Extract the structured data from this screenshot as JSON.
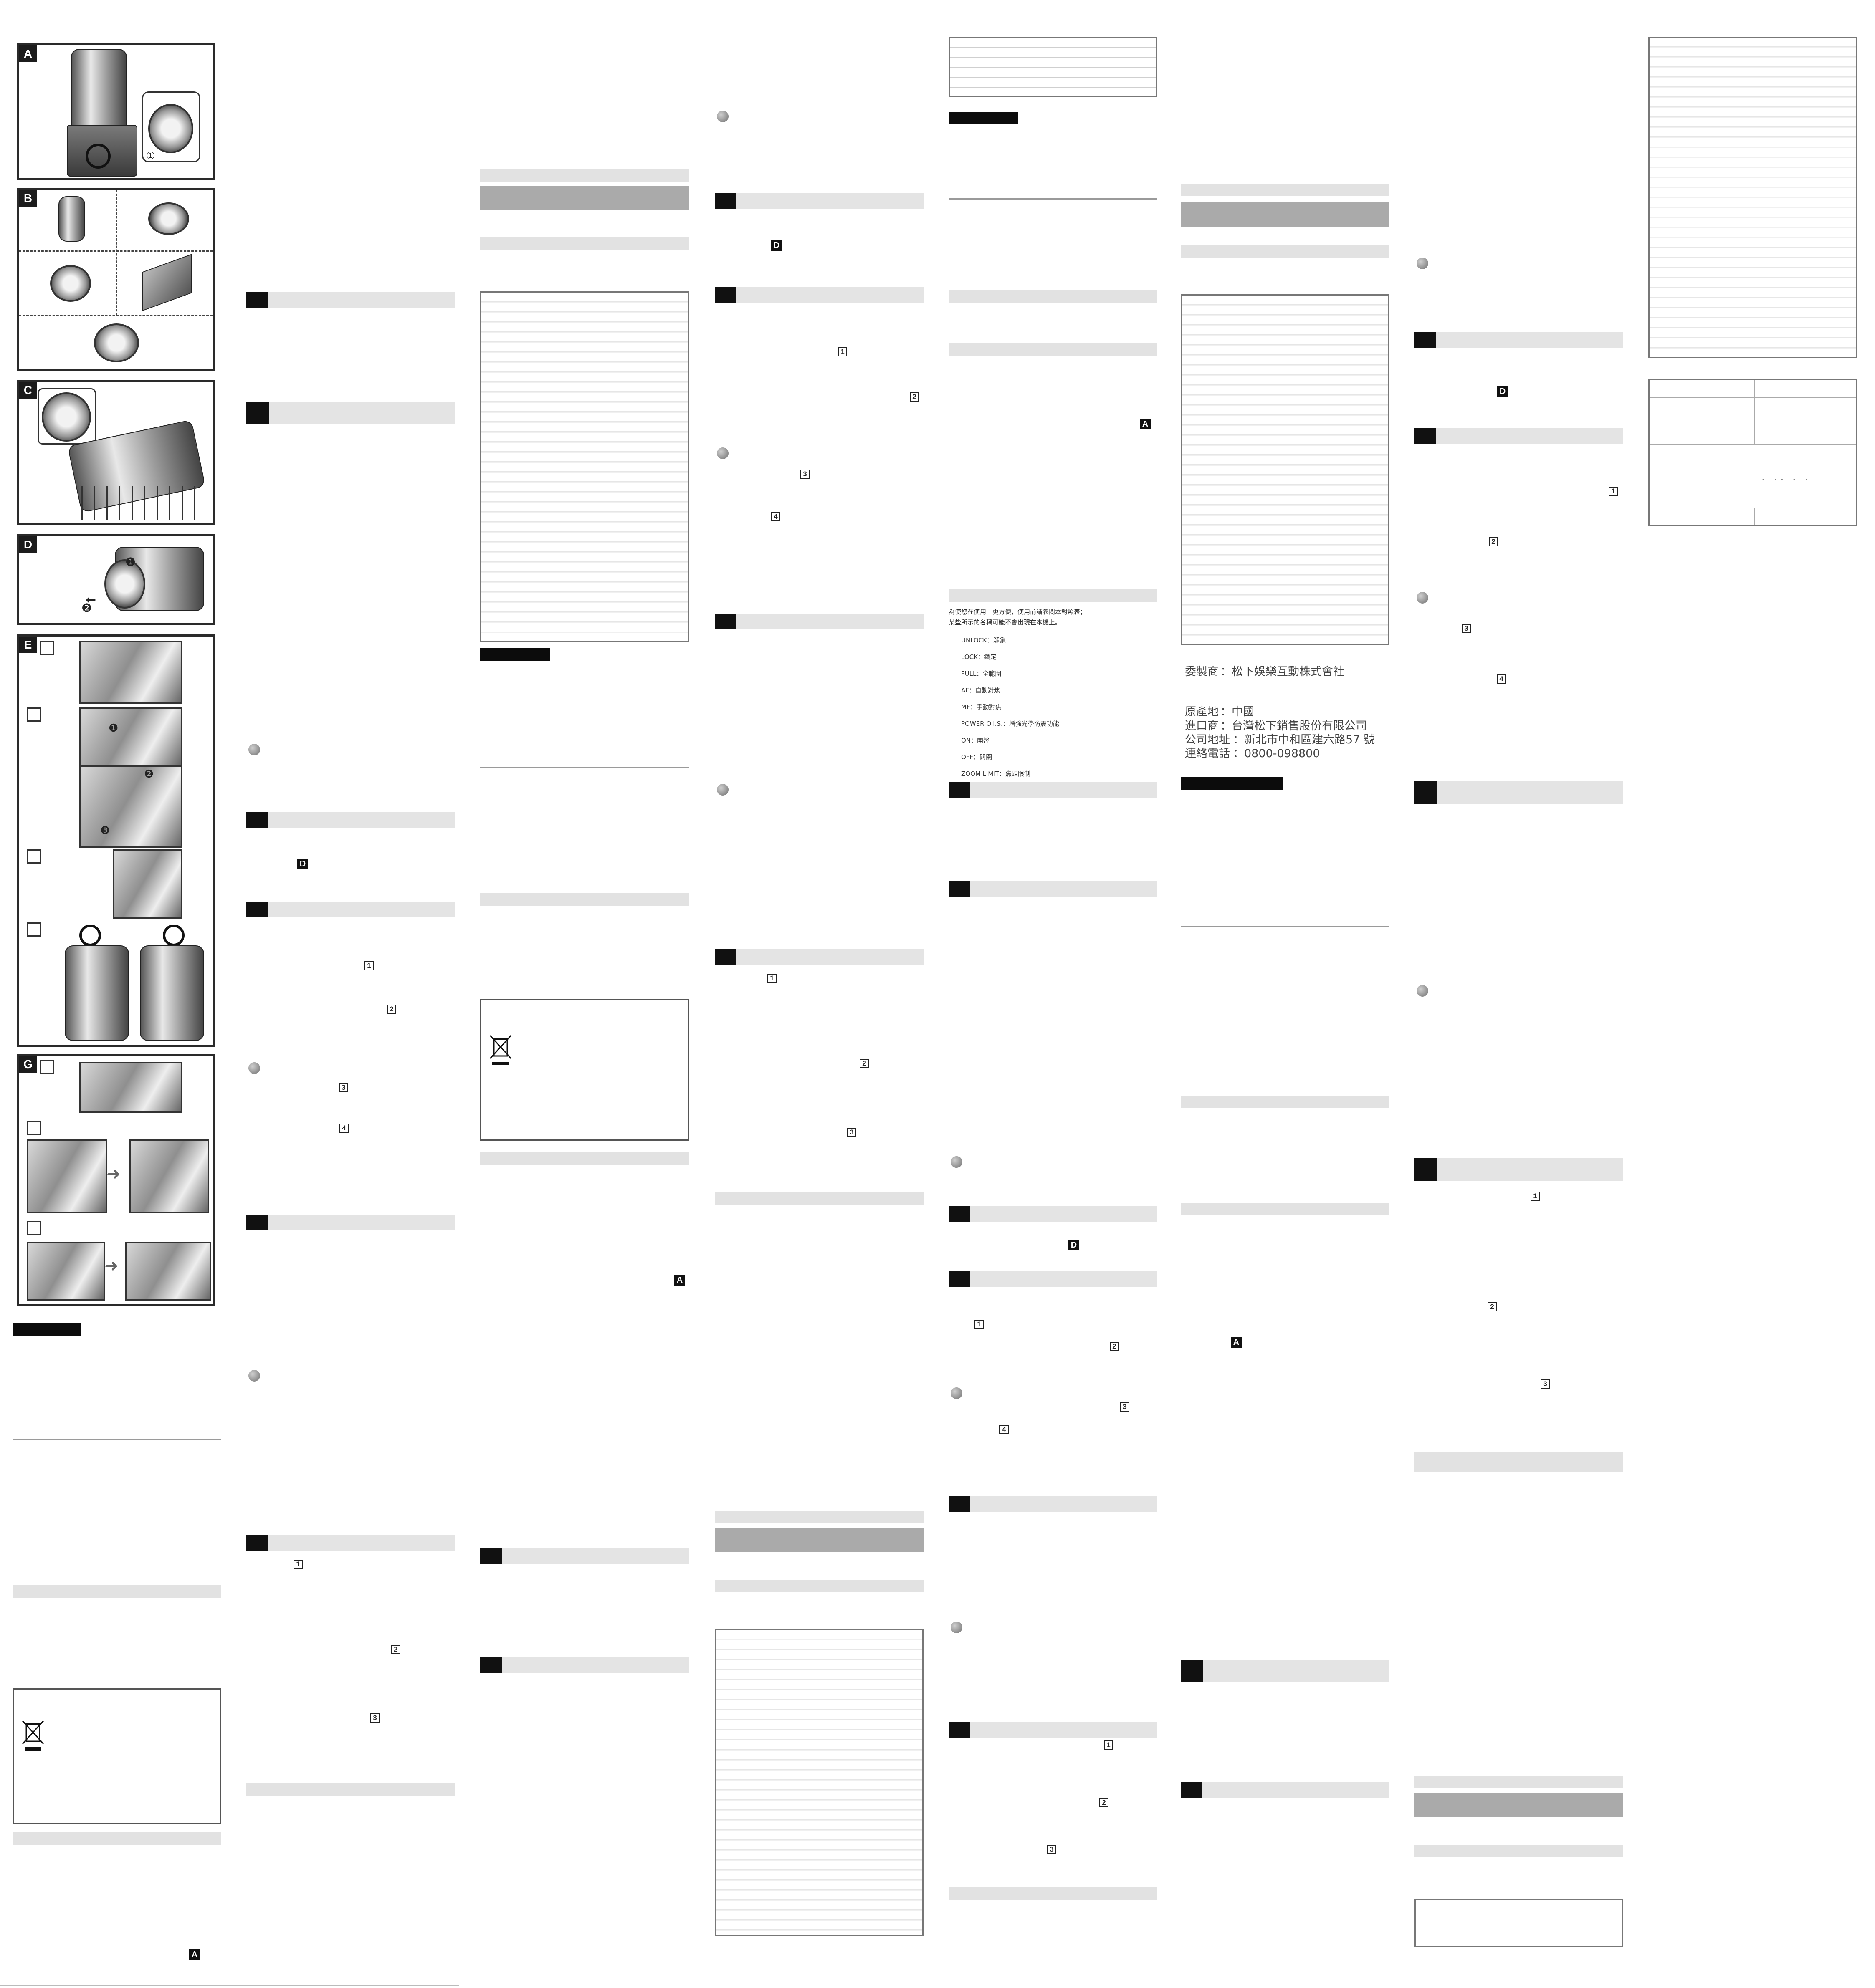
{
  "figures": {
    "A": "A",
    "B": "B",
    "C": "C",
    "D": "D",
    "E": "E",
    "G": "G",
    "callout_1": "①",
    "step_1": "❶",
    "step_2": "❷",
    "step_3": "❸"
  },
  "step_markers": {
    "one": "1",
    "two": "2",
    "three": "3",
    "four": "4",
    "d": "D",
    "a": "A"
  },
  "chinese_glossary": {
    "intro_line1": "為使您在使用上更方便，使用前請參閱本對照表；",
    "intro_line2": "某些所示的名稱可能不會出現在本機上。",
    "items": [
      "UNLOCK：解鎖",
      "LOCK：鎖定",
      "FULL：全範圍",
      "AF：自動對焦",
      "MF：手動對焦",
      "POWER O.I.S.：增強光學防震功能",
      "ON：開啓",
      "OFF：關閉",
      "ZOOM LIMIT：焦距限制"
    ]
  },
  "taiwan_info": {
    "commissioned_label": "委製商",
    "commissioned_value": "：松下娛樂互動株式會社",
    "origin_label": "原產地",
    "origin_value": "：中國",
    "importer_label": "進口商",
    "importer_value": "：台灣松下銷售股份有限公司",
    "address_label": "公司地址",
    "address_value": "：新北市中和區建六路57 號",
    "phone_label": "連絡電話",
    "phone_value": "：0800-098800"
  },
  "spec_table": {
    "dashes": "- -- - -"
  }
}
